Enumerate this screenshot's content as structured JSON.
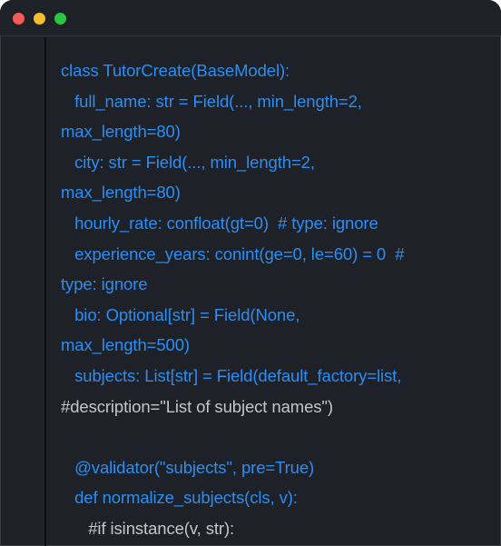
{
  "window": {
    "controls": {
      "close_color": "#f25a55",
      "minimize_color": "#f5bd2c",
      "maximize_color": "#2bc640"
    }
  },
  "code": {
    "lines": [
      {
        "text": "class TutorCreate(BaseModel):",
        "kind": "code"
      },
      {
        "text": "   full_name: str = Field(..., min_length=2,",
        "kind": "code"
      },
      {
        "text": "max_length=80)",
        "kind": "code"
      },
      {
        "text": "   city: str = Field(..., min_length=2,",
        "kind": "code"
      },
      {
        "text": "max_length=80)",
        "kind": "code"
      },
      {
        "text": "   hourly_rate: confloat(gt=0)  # type: ignore",
        "kind": "code"
      },
      {
        "text": "   experience_years: conint(ge=0, le=60) = 0  #",
        "kind": "code"
      },
      {
        "text": "type: ignore",
        "kind": "code"
      },
      {
        "text": "   bio: Optional[str] = Field(None,",
        "kind": "code"
      },
      {
        "text": "max_length=500)",
        "kind": "code"
      },
      {
        "text": "   subjects: List[str] = Field(default_factory=list,",
        "kind": "code"
      },
      {
        "text": "#description=\"List of subject names\")",
        "kind": "comment"
      },
      {
        "text": "",
        "kind": "code"
      },
      {
        "text": "   @validator(\"subjects\", pre=True)",
        "kind": "code"
      },
      {
        "text": "   def normalize_subjects(cls, v):",
        "kind": "code"
      },
      {
        "text": "      #if isinstance(v, str):",
        "kind": "comment"
      }
    ],
    "colors": {
      "code": "#2a8ef3",
      "comment": "#c4c6cb",
      "background": "#1e2128"
    }
  }
}
